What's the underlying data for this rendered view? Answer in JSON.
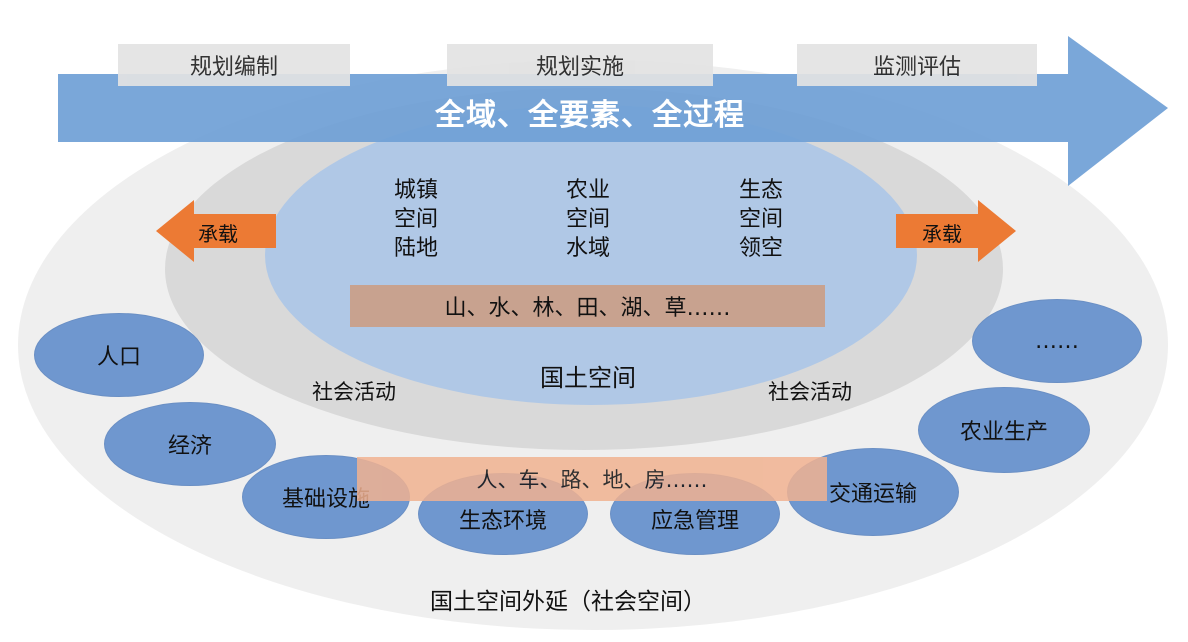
{
  "process": {
    "title": "全域、全要素、全过程",
    "stages": [
      "规划编制",
      "规划实施",
      "监测评估"
    ]
  },
  "core": {
    "columns": [
      [
        "城镇",
        "空间",
        "陆地"
      ],
      [
        "农业",
        "空间",
        "水域"
      ],
      [
        "生态",
        "空间",
        "领空"
      ]
    ],
    "elements_bar": "山、水、林、田、湖、草……",
    "label": "国土空间",
    "carry_left": "承载",
    "carry_right": "承载"
  },
  "social_activity": {
    "left": "社会活动",
    "right": "社会活动"
  },
  "outer": {
    "elements_bar": "人、车、路、地、房……",
    "label": "国土空间外延（社会空间）",
    "items": [
      "人口",
      "经济",
      "基础设施",
      "生态环境",
      "应急管理",
      "交通运输",
      "农业生产",
      "……"
    ]
  },
  "colors": {
    "arrow": "#6f9fd6",
    "inner_space": "#b0c8e6",
    "carry_arrow": "#ec7a34",
    "element_bar": "#c8a28f",
    "social_bar": "#f1b291",
    "social_item": "#6f97cf"
  }
}
